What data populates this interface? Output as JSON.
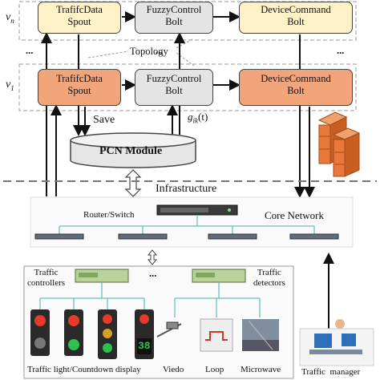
{
  "rows": {
    "top_label": "v",
    "top_sub": "n",
    "bottom_label": "v",
    "bottom_sub": "1",
    "dots": "..."
  },
  "bolts": {
    "spout_line1": "TrafifcData",
    "spout_line2": "Spout",
    "fuzzy_line1": "FuzzyControl",
    "fuzzy_line2": "Bolt",
    "device_line1": "DeviceCommand",
    "device_line2": "Bolt"
  },
  "topology_label": "Topology",
  "save_label": "Save",
  "gik_label": "g",
  "gik_sub": "ik",
  "gik_arg": "(t)",
  "pcn_label": "PCN Module",
  "infrastructure_label": "Infrastructure",
  "router_label": "Router/Switch",
  "core_network_label": "Core Network",
  "traffic_controllers_line1": "Traffic",
  "traffic_controllers_line2": "controllers",
  "traffic_detectors_line1": "Traffic",
  "traffic_detectors_line2": "detectors",
  "middle_dots": "...",
  "countdown_number": "38",
  "bottom_labels": {
    "lights": "Traffic light/Countdown display",
    "video": "Viedo",
    "loop": "Loop",
    "microwave": "Microwave",
    "manager": "Traffic  manager"
  },
  "colors": {
    "yellow_box": "#fdf1c8",
    "gray_box": "#e4e4e4",
    "orange_box": "#f2a57b",
    "server": "#e8793a"
  }
}
